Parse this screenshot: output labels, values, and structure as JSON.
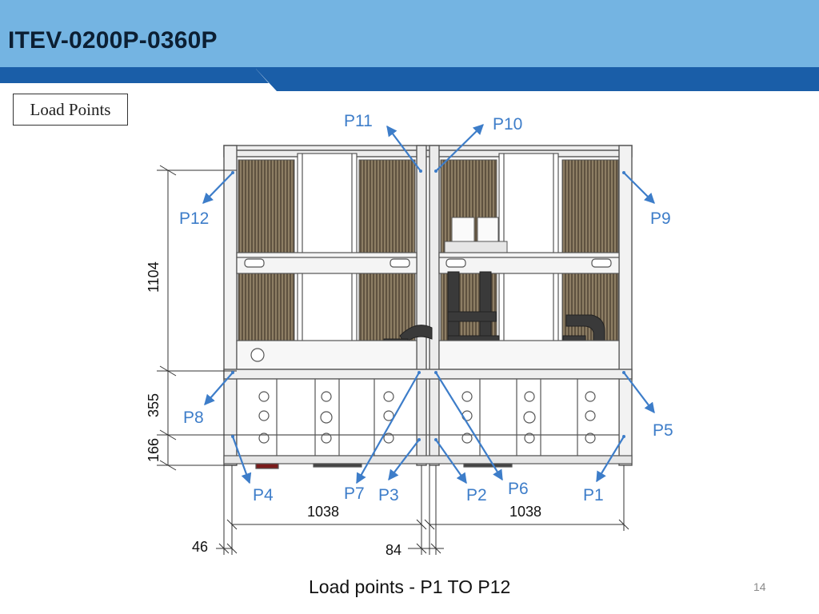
{
  "header": {
    "title": "ITEV-0200P-0360P"
  },
  "section_label": "Load Points",
  "caption": "Load points - P1 TO P12",
  "page_number": "14",
  "colors": {
    "header_bg": "#74b4e2",
    "header_band": "#1a5ea8",
    "arrow_color": "#3d7dc9"
  },
  "points": [
    {
      "id": "P1",
      "label": "P1"
    },
    {
      "id": "P2",
      "label": "P2"
    },
    {
      "id": "P3",
      "label": "P3"
    },
    {
      "id": "P4",
      "label": "P4"
    },
    {
      "id": "P5",
      "label": "P5"
    },
    {
      "id": "P6",
      "label": "P6"
    },
    {
      "id": "P7",
      "label": "P7"
    },
    {
      "id": "P8",
      "label": "P8"
    },
    {
      "id": "P9",
      "label": "P9"
    },
    {
      "id": "P10",
      "label": "P10"
    },
    {
      "id": "P11",
      "label": "P11"
    },
    {
      "id": "P12",
      "label": "P12"
    }
  ],
  "dimensions": {
    "height_upper": "1104",
    "height_middle": "355",
    "height_lower": "166",
    "width_left": "1038",
    "width_right": "1038",
    "offset_left": "46",
    "gap_center": "84"
  }
}
